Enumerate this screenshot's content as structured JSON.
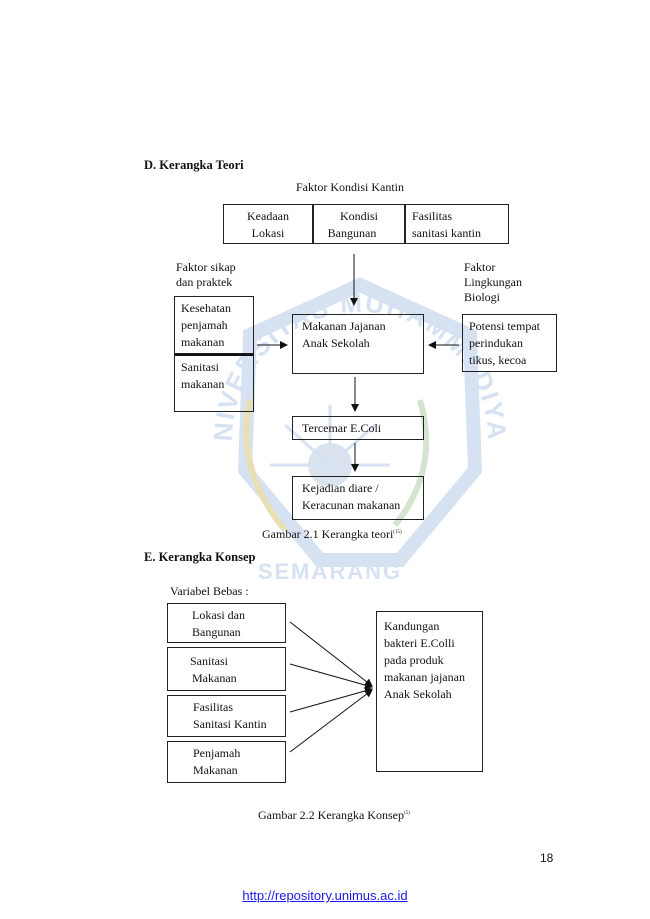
{
  "section_d": {
    "heading": "D.   Kerangka Teori",
    "top_label": "Faktor Kondisi Kantin",
    "boxes": {
      "keadaan_lokasi": [
        "Keadaan",
        "Lokasi"
      ],
      "kondisi_bangunan": [
        "Kondisi",
        "Bangunan"
      ],
      "fasilitas_sanitasi": [
        "Fasilitas",
        "sanitasi kantin"
      ],
      "kesehatan_penjamah": [
        "Kesehatan",
        "penjamah",
        "makanan"
      ],
      "sanitasi_makanan": [
        "Sanitasi",
        "makanan"
      ],
      "makanan_jajanan": [
        "Makanan Jajanan",
        "Anak Sekolah"
      ],
      "potensi_tempat": [
        "Potensi tempat",
        "perindukan",
        "tikus, kecoa"
      ],
      "tercemar": [
        "Tercemar E.Coli"
      ],
      "kejadian_diare": [
        "Kejadian diare /",
        "Keracunan makanan"
      ]
    },
    "label_faktor_sikap": [
      "Faktor sikap",
      "dan praktek"
    ],
    "label_faktor_lingkungan": [
      "Faktor",
      "Lingkungan",
      "Biologi"
    ],
    "caption": "Gambar 2.1  Kerangka teori",
    "caption_ref": "(15)"
  },
  "section_e": {
    "heading": "E.   Kerangka Konsep",
    "variabel_label": "Variabel Bebas :",
    "boxes": {
      "lokasi_bangunan": [
        "Lokasi dan",
        "Bangunan"
      ],
      "sanitasi_makanan": [
        "Sanitasi",
        "Makanan"
      ],
      "fasilitas_sanitasi": [
        "Fasilitas",
        "Sanitasi Kantin"
      ],
      "penjamah_makanan": [
        "Penjamah",
        "Makanan"
      ],
      "kandungan": [
        "Kandungan",
        "bakteri E.Colli",
        "pada produk",
        "makanan jajanan",
        "Anak Sekolah"
      ]
    },
    "caption": "Gambar 2.2 Kerangka Konsep",
    "caption_ref": "(5)"
  },
  "watermark": {
    "text_top": "UNIVERSITAS MUHAMMADIYAH",
    "text_bottom": "SEMARANG",
    "color": "#c9d9ee"
  },
  "page_number": "18",
  "footer_url": "http://repository.unimus.ac.id"
}
